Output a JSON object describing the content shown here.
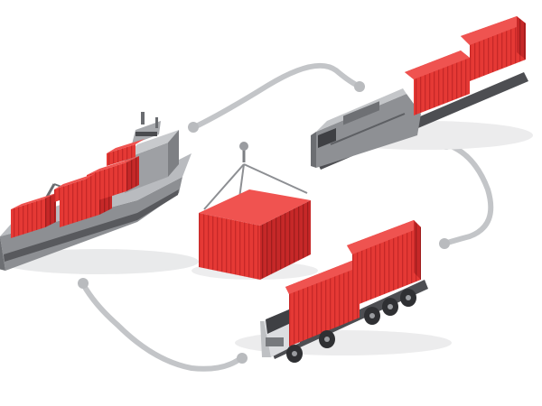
{
  "scene": {
    "kind": "isometric-logistics-illustration",
    "theme": "intermodal freight transport cycle",
    "background_color": "#ffffff",
    "accent_color": "#e53935",
    "accent_dark": "#b71c1c",
    "vehicle_gray": "#9e9fa3",
    "vehicle_dark": "#5f6166",
    "connector_color": "#bfc1c4",
    "elements": [
      {
        "name": "cargo-ship",
        "containers": 5
      },
      {
        "name": "freight-train",
        "containers": 2
      },
      {
        "name": "hoisted-container",
        "containers": 1
      },
      {
        "name": "container-truck",
        "containers": 2
      }
    ],
    "connectors": [
      {
        "name": "connector-ship-to-train"
      },
      {
        "name": "connector-train-to-truck"
      },
      {
        "name": "connector-truck-to-ship"
      }
    ]
  }
}
